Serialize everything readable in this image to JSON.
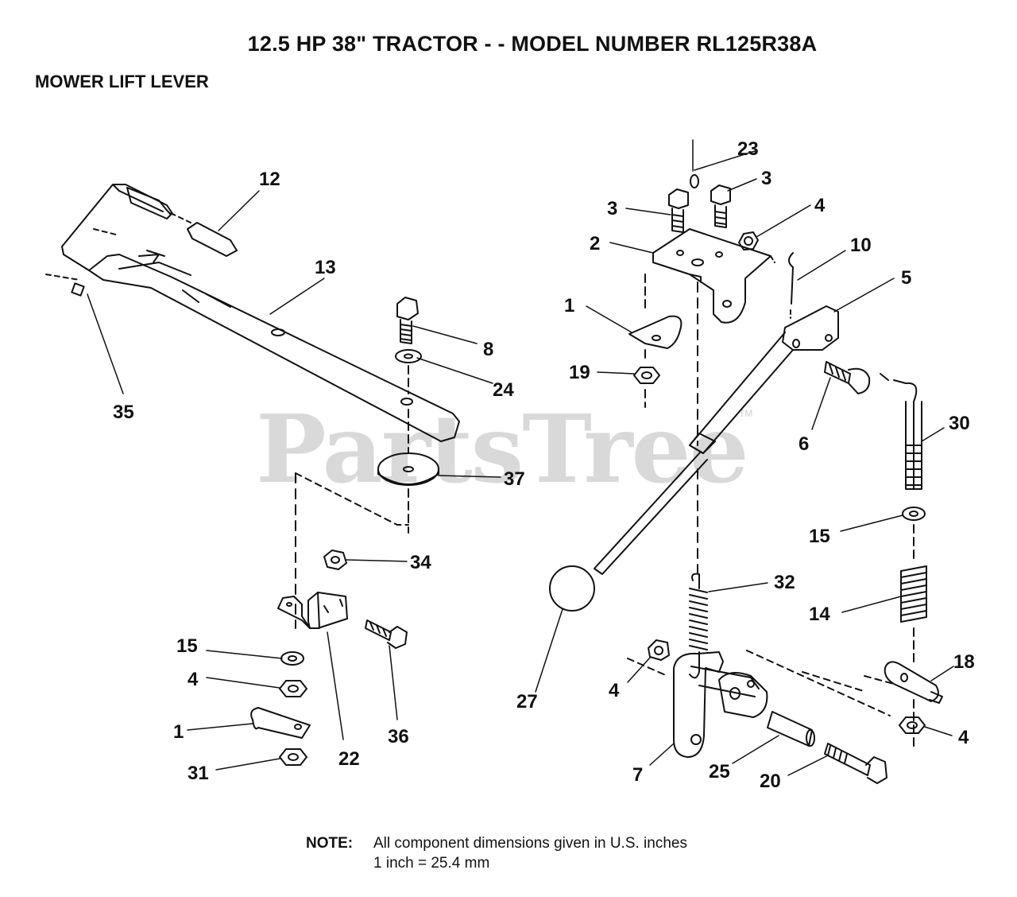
{
  "title": "12.5 HP 38\" TRACTOR - - MODEL NUMBER RL125R38A",
  "subtitle": "MOWER LIFT LEVER",
  "watermark": "PartsTree",
  "watermark_mark": "TM",
  "parts_labels": {
    "p1a": "1",
    "p1b": "1",
    "p2": "2",
    "p3a": "3",
    "p3b": "3",
    "p4a": "4",
    "p4b": "4",
    "p4c": "4",
    "p4d": "4",
    "p5": "5",
    "p6": "6",
    "p7": "7",
    "p8": "8",
    "p10": "10",
    "p12": "12",
    "p13": "13",
    "p14": "14",
    "p15a": "15",
    "p15b": "15",
    "p18": "18",
    "p19": "19",
    "p20": "20",
    "p22": "22",
    "p23": "23",
    "p24": "24",
    "p25": "25",
    "p27": "27",
    "p30": "30",
    "p31": "31",
    "p32": "32",
    "p34": "34",
    "p35": "35",
    "p36": "36",
    "p37": "37"
  },
  "note": {
    "label": "NOTE:",
    "line1": "All component dimensions given in U.S. inches",
    "line2": "1 inch = 25.4 mm"
  }
}
